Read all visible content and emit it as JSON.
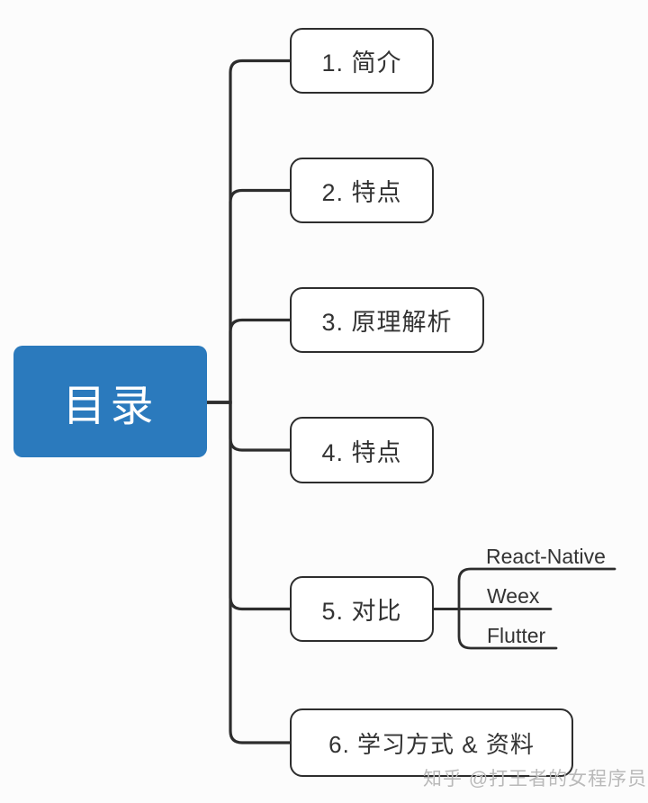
{
  "diagram": {
    "root": {
      "label": "目录"
    },
    "nodes": [
      {
        "label": "1. 简介"
      },
      {
        "label": "2. 特点"
      },
      {
        "label": "3. 原理解析"
      },
      {
        "label": "4. 特点"
      },
      {
        "label": "5. 对比"
      },
      {
        "label": "6. 学习方式 & 资料"
      }
    ],
    "subnodes": [
      {
        "label": "React-Native"
      },
      {
        "label": "Weex"
      },
      {
        "label": "Flutter"
      }
    ]
  },
  "watermark": {
    "text": "知乎 @打王者的女程序员"
  },
  "colors": {
    "background": "#fcfcfc",
    "root_bg": "#2b7abd",
    "root_text": "#ffffff",
    "line": "#2d2d2d",
    "node_text": "#333333",
    "watermark_text": "#b9b9b9"
  }
}
